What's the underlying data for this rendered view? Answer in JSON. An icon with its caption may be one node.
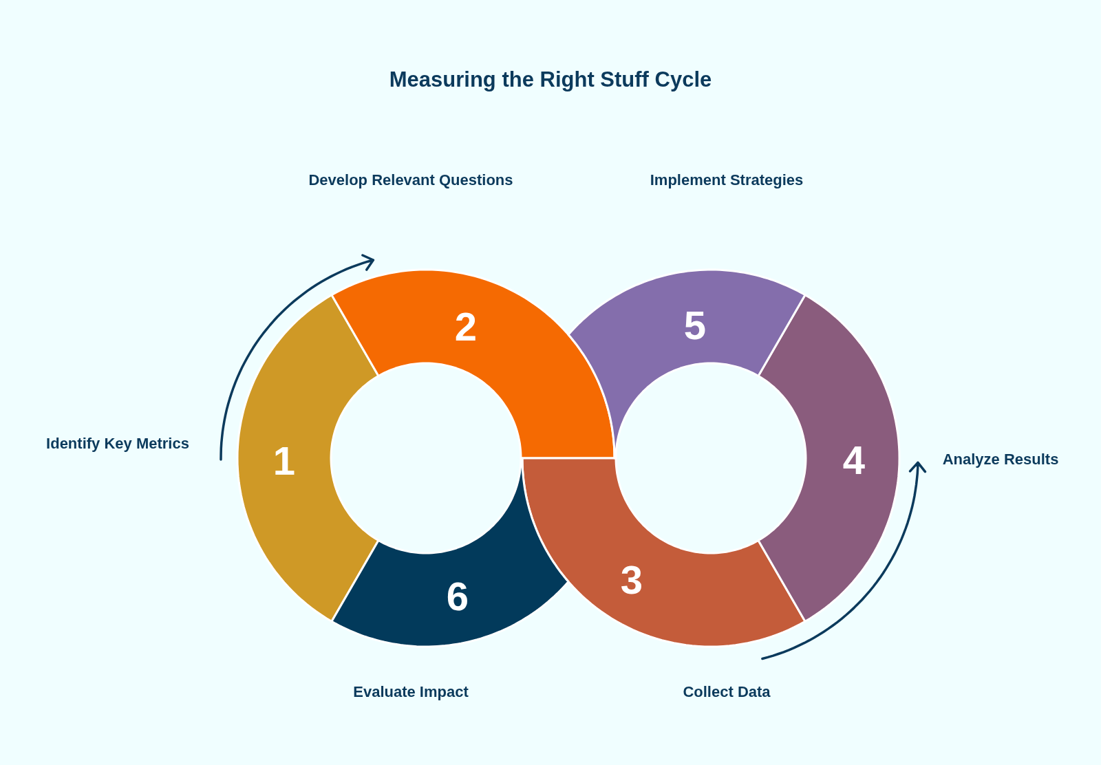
{
  "diagram": {
    "title": "Measuring the Right Stuff Cycle",
    "nodes": [
      {
        "text": [
          "1"
        ],
        "beside": [
          "Identify Key Metrics"
        ]
      },
      {
        "text": [
          "2"
        ]
      },
      {
        "text": [
          "3"
        ],
        "beside": [
          "Collect Data"
        ]
      },
      {
        "text": [
          "4"
        ],
        "beside": [
          "Analyze Results"
        ]
      },
      {
        "text": [
          "5"
        ]
      },
      {
        "text": [
          "6"
        ],
        "beside": [
          "Evaluate Impact"
        ]
      }
    ],
    "labels": [
      "Develop Relevant Questions",
      "Implement Strategies"
    ]
  }
}
